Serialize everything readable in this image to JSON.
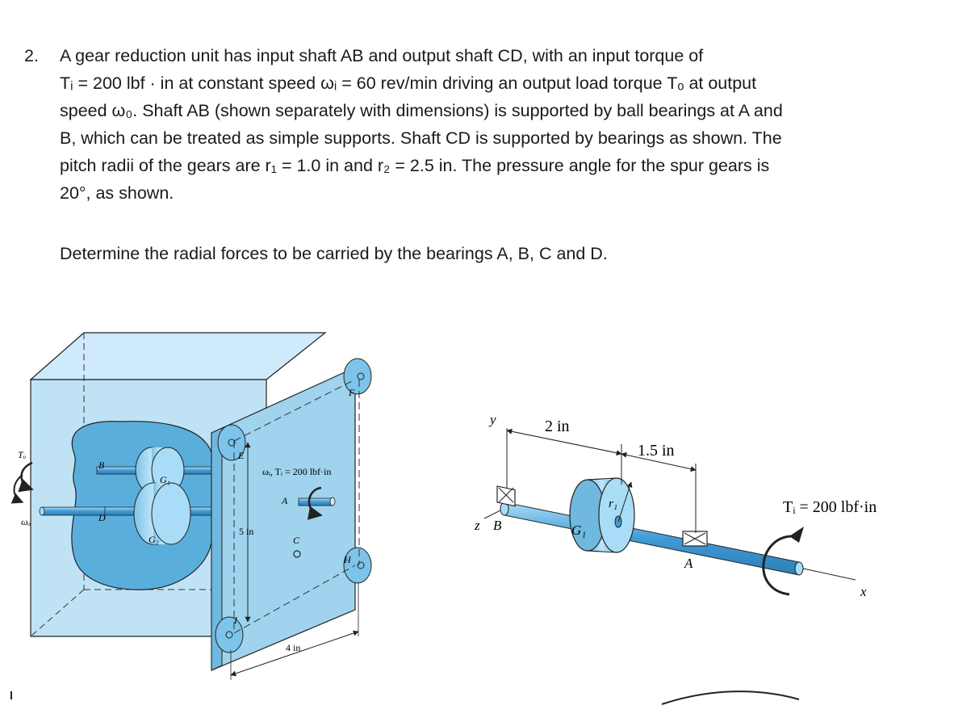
{
  "problem": {
    "number": "2.",
    "lines": [
      "A gear reduction unit has input shaft AB and output shaft CD, with an input torque of",
      "Tᵢ = 200 lbf · in at constant speed ωᵢ = 60 rev/min driving an output load torque Tₒ at output",
      "speed ω₀. Shaft AB (shown separately with dimensions) is supported by ball bearings at A and",
      "B, which can be treated as simple supports. Shaft CD is supported by bearings as shown. The",
      "pitch radii of the gears are r₁ = 1.0 in and r₂ = 2.5 in. The pressure angle for the spur gears is",
      "20°, as shown."
    ],
    "task": "Determine the radial forces to be carried by the bearings A, B, C and D."
  },
  "figure_left": {
    "labels": {
      "To": "Tₒ",
      "wo": "ωₒ",
      "B": "B",
      "D": "D",
      "G1": "G₁",
      "G2": "G₂",
      "E": "E",
      "F": "F",
      "H": "H",
      "I": "I",
      "A": "A",
      "C": "C",
      "torque": "ωᵢ, Tᵢ = 200 lbf·in",
      "dim5": "5 in",
      "dim4": "4 in"
    }
  },
  "figure_right": {
    "labels": {
      "y": "y",
      "z": "z",
      "x": "x",
      "B": "B",
      "A": "A",
      "G1": "G₁",
      "r1": "r₁",
      "dim2": "2 in",
      "dim15": "1.5 in",
      "torque": "Tᵢ = 200 lbf·in"
    }
  },
  "colors": {
    "housing_light": "#bfe3f5",
    "housing_mid": "#9fd3ee",
    "housing_dark": "#6fb8df",
    "cavity": "#5aaedb",
    "shaft": "#3f9ad6",
    "outline": "#222222"
  }
}
